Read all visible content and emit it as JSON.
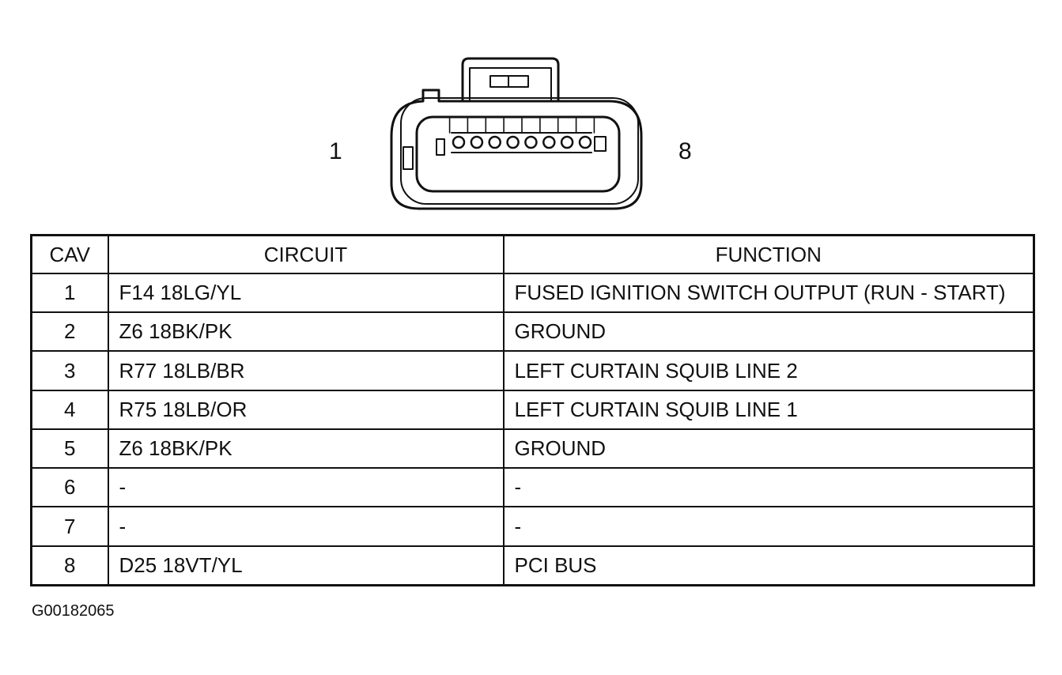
{
  "connector": {
    "pin_first_label": "1",
    "pin_last_label": "8",
    "cavity_count": 8
  },
  "table": {
    "headers": {
      "cav": "CAV",
      "circuit": "CIRCUIT",
      "function": "FUNCTION"
    },
    "rows": [
      {
        "cav": "1",
        "circuit": "F14 18LG/YL",
        "function": "FUSED IGNITION SWITCH OUTPUT (RUN - START)"
      },
      {
        "cav": "2",
        "circuit": "Z6 18BK/PK",
        "function": "GROUND"
      },
      {
        "cav": "3",
        "circuit": "R77 18LB/BR",
        "function": "LEFT CURTAIN SQUIB LINE 2"
      },
      {
        "cav": "4",
        "circuit": "R75 18LB/OR",
        "function": "LEFT CURTAIN SQUIB LINE 1"
      },
      {
        "cav": "5",
        "circuit": "Z6 18BK/PK",
        "function": "GROUND"
      },
      {
        "cav": "6",
        "circuit": "-",
        "function": "-"
      },
      {
        "cav": "7",
        "circuit": "-",
        "function": "-"
      },
      {
        "cav": "8",
        "circuit": "D25 18VT/YL",
        "function": "PCI BUS"
      }
    ]
  },
  "figure_id": "G00182065"
}
